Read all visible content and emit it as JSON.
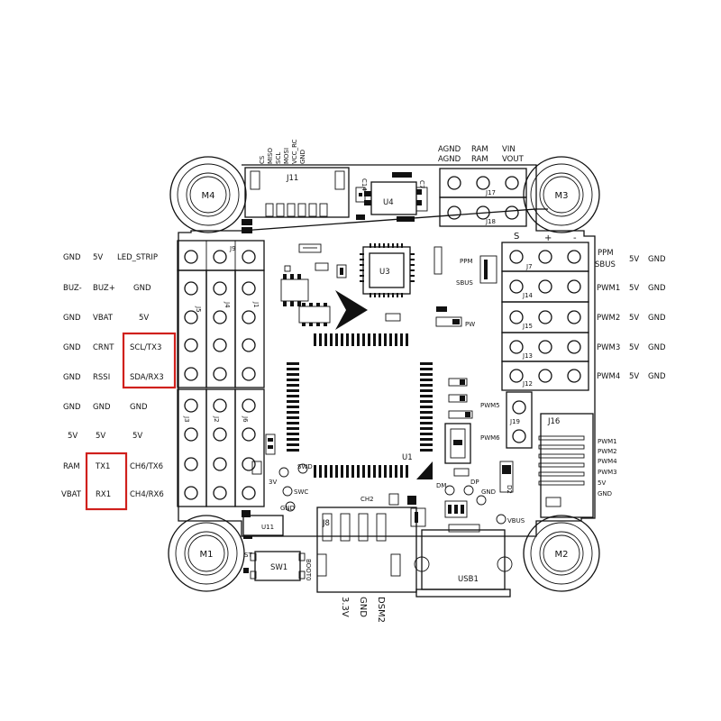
{
  "left_labels": {
    "r1": [
      "GND",
      "5V",
      "LED_STRIP"
    ],
    "r2": [
      "BUZ-",
      "BUZ+",
      "GND"
    ],
    "r3": [
      "GND",
      "VBAT",
      "5V"
    ],
    "r4": [
      "GND",
      "CRNT",
      "SCL/TX3"
    ],
    "r5": [
      "GND",
      "RSSI",
      "SDA/RX3"
    ],
    "r6": [
      "GND",
      "GND",
      "GND"
    ],
    "r7": [
      "5V",
      "5V",
      "5V"
    ],
    "r8": [
      "RAM",
      "TX1",
      "CH6/TX6"
    ],
    "r9": [
      "VBAT",
      "RX1",
      "CH4/RX6"
    ]
  },
  "right_labels": {
    "r1": [
      "PPM",
      "SBUS",
      "5V",
      "GND"
    ],
    "r2": [
      "PWM1",
      "5V",
      "GND"
    ],
    "r3": [
      "PWM2",
      "5V",
      "GND"
    ],
    "r4": [
      "PWM3",
      "5V",
      "GND"
    ],
    "r5": [
      "PWM4",
      "5V",
      "GND"
    ]
  },
  "j16_labels": [
    "PWM1",
    "PWM2",
    "PWM4",
    "PWM3",
    "5V",
    "GND"
  ],
  "top_j11_labels": [
    "CS",
    "MISO",
    "SCL",
    "MOSI",
    "VCC_RC",
    "GND"
  ],
  "top_right_labels": [
    [
      "AGND",
      "AGND"
    ],
    [
      "RAM",
      "RAM"
    ],
    [
      "VIN",
      "VOUT"
    ]
  ],
  "bottom_labels": [
    "DSM2",
    "GND",
    "3.3V"
  ],
  "mount_holes": [
    "M4",
    "M3",
    "M1",
    "M2"
  ],
  "col_header": [
    "S",
    "+",
    "-"
  ],
  "components": {
    "J1": "J1",
    "J2": "J2",
    "J3": "J3",
    "J4": "J4",
    "J5": "J5",
    "J6": "J6",
    "J7": "J7",
    "J8": "J8",
    "J9": "J9",
    "J11": "J11",
    "J12": "J12",
    "J13": "J13",
    "J14": "J14",
    "J15": "J15",
    "J16": "J16",
    "J17": "J17",
    "J18": "J18",
    "J19": "J19",
    "U1": "U1",
    "U3": "U3",
    "U4": "U4",
    "U11": "U11",
    "USB1": "USB1",
    "SW1": "SW1",
    "C14": "C14",
    "C7": "C7",
    "CH2": "CH2",
    "D2": "D2"
  },
  "small_labels": {
    "ppm": "PPM",
    "sbus": "SBUS",
    "pw": "PW",
    "pwm5": "PWM5",
    "pwm6": "PWM6",
    "swd": "SWD",
    "swc": "SWC",
    "v33": "3V",
    "gnd1": "GND",
    "dm": "DM",
    "dp": "DP",
    "gnd2": "GND",
    "vbus": "VBUS",
    "st": "ST",
    "boot0": "BOOT0"
  }
}
